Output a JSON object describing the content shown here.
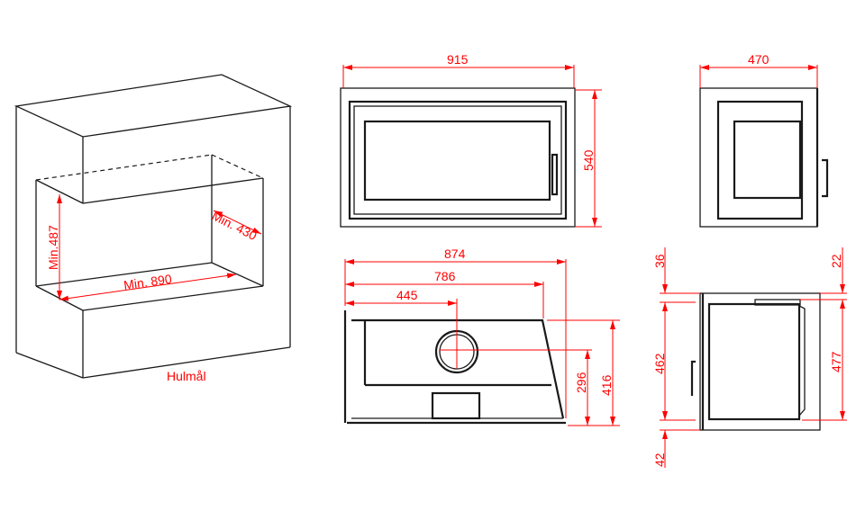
{
  "colors": {
    "dimension": "#ff0000",
    "outline": "#1a1a1a"
  },
  "niche": {
    "caption": "Hulmål",
    "min_height": "Min.487",
    "min_width": "Min. 890",
    "min_depth": "Min. 430"
  },
  "front_view": {
    "width": "915",
    "height": "540"
  },
  "side_front_view": {
    "width": "470"
  },
  "top_view": {
    "depth_total": "874",
    "depth_body": "786",
    "flue_center": "445",
    "flue_height": "296",
    "height": "416"
  },
  "side_view": {
    "top_offset": "36",
    "inner_height": "462",
    "bottom_offset": "42",
    "right_top_offset": "22",
    "right_height": "477"
  }
}
